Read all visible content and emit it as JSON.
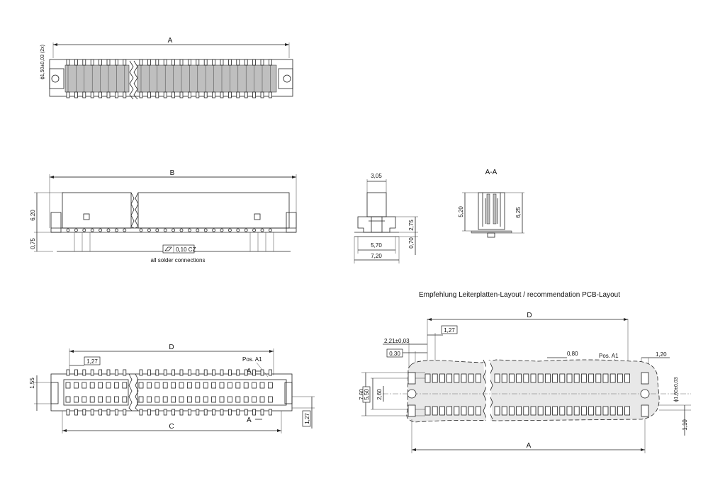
{
  "dims": {
    "A": "A",
    "B": "B",
    "C": "C",
    "D": "D",
    "hole": "ϕ1,50±0,03 (2x)",
    "h620": "6,20",
    "h075": "0,75",
    "flat_val": "0,10 CZ",
    "solder_note": "all solder connections",
    "w305": "3,05",
    "h275": "2,75",
    "w570": "5,70",
    "h070": "0,70",
    "w720": "7,20",
    "section": "A-A",
    "h520": "5,20",
    "h625": "6,25",
    "h155": "1,55",
    "pitch": "1,27",
    "posA1": "Pos. A1",
    "cut_a": "A",
    "v760": "7,60",
    "v550": "5,50",
    "v260": "2,60",
    "pcb_221": "2,21±0,03",
    "pcb_030": "0,30",
    "pcb_080": "0,80",
    "pcb_120": "1,20",
    "pcb_hole": "ϕ1,60±0,03",
    "pcb_110": "1,10"
  },
  "pcb_title": "Empfehlung Leiterplatten-Layout / recommendation PCB-Layout"
}
